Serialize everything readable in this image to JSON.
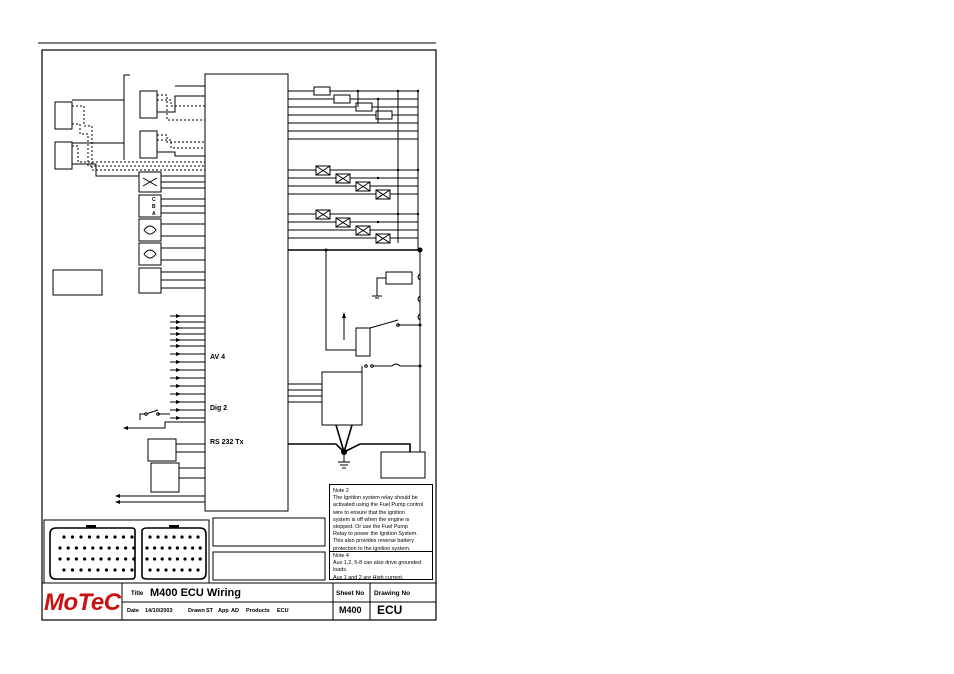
{
  "ecu_labels": {
    "av4": "AV 4",
    "dig2": "Dig 2",
    "rs232": "RS 232 Tx"
  },
  "sensor_labels": {
    "cba": [
      "C",
      "B",
      "A"
    ]
  },
  "notes": {
    "note2": [
      "Note 2",
      "The Ignition system relay should be",
      "activated using the Fuel Pump control",
      "wire to ensure that the ignition",
      "system is off when the engine is",
      "stopped. Or use the Fuel Pump",
      "Relay to power the Ignition System.",
      "This also provides reverse battery",
      "protection to the ignition system."
    ],
    "note4": [
      "Note 4",
      "Aux 1,2, 5-8 can also drive grounded",
      "loads.",
      "Aux 1 and 2 are High current."
    ]
  },
  "title_block": {
    "logo": "MoTeC",
    "title_label": "Title",
    "title": "M400 ECU Wiring",
    "sheet_no_label": "Sheet No",
    "sheet_no": "M400",
    "drawing_no_label": "Drawing No",
    "drawing_no": "ECU",
    "date_label": "Date",
    "date": "14/10/2003",
    "drawn_label": "Drawn",
    "drawn": "ST",
    "app_label": "App",
    "app": "AD",
    "products_label": "Products",
    "products": "ECU"
  },
  "colors": {
    "logo": "#cc1111",
    "line": "#000000"
  }
}
